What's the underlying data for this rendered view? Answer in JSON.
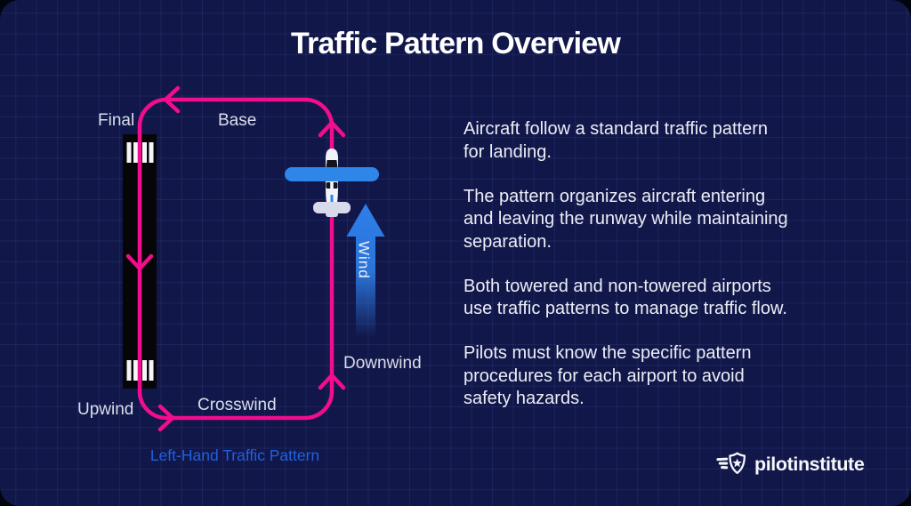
{
  "title": "Traffic Pattern Overview",
  "diagram": {
    "leg_labels": {
      "final": "Final",
      "base": "Base",
      "downwind": "Downwind",
      "crosswind": "Crosswind",
      "upwind": "Upwind"
    },
    "wind_label": "Wind",
    "caption": "Left-Hand Traffic Pattern",
    "icons": {
      "runway": "runway-top-view",
      "airplane": "airplane-top-view-icon",
      "wind": "wind-arrow-up-icon"
    },
    "colors": {
      "pattern_pink": "#F20D8E",
      "wind_blue": "#2E7EE9",
      "wing_blue": "#2E86E9",
      "caption_blue": "#2060E0",
      "runway_black": "#060609"
    }
  },
  "info_panel": {
    "paragraphs": [
      {
        "lines": [
          "Aircraft follow a standard traffic pattern",
          "for landing."
        ]
      },
      {
        "lines": [
          "The pattern organizes aircraft entering",
          "and leaving the runway while maintaining",
          "separation."
        ]
      },
      {
        "lines": [
          "Both towered and non-towered airports",
          "use traffic patterns to manage traffic flow."
        ]
      },
      {
        "lines": [
          "Pilots must know the specific pattern",
          "procedures for each airport to avoid",
          "safety hazards."
        ]
      }
    ]
  },
  "footer": {
    "brand": "pilotinstitute",
    "badge_icon": "winged-shield-star-icon"
  },
  "background": {
    "panel_color": "#111749",
    "outside_color": "#02040E",
    "grid": "on"
  }
}
